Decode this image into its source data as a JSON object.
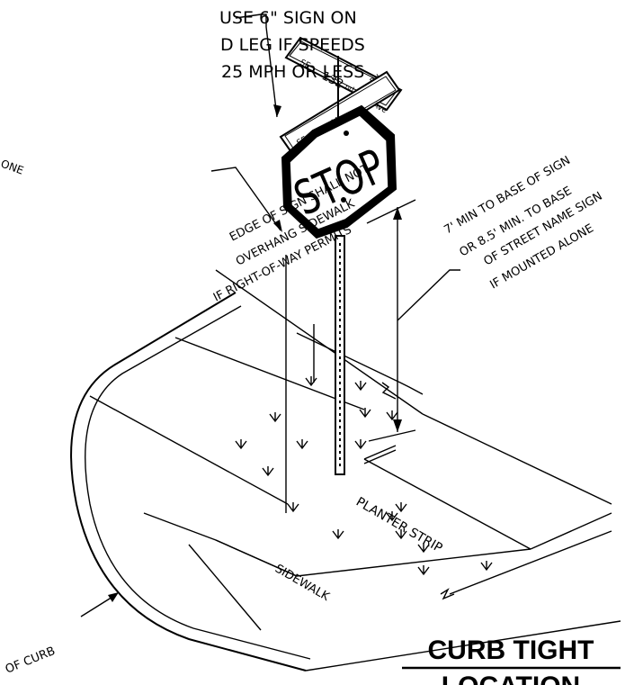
{
  "note_top": [
    "USE 6\" SIGN ON",
    "D LEG IF SPEEDS",
    "25 MPH OR LESS"
  ],
  "note_cut_left": "ONE",
  "note_edge": [
    "EDGE OF SIGN SHALL NOT",
    "OVERHANG SIDEWALK",
    "IF RIGHT-OF-WAY PERMITS"
  ],
  "note_height": [
    "7' MIN TO BASE OF SIGN",
    "OR 8.5' MIN. TO BASE",
    "OF STREET NAME SIGN",
    "IF MOUNTED ALONE"
  ],
  "note_curb": "OF CURB",
  "street_sign_a": {
    "prefix": "SE",
    "number": "132",
    "suffix": "nd",
    "type": "Rd"
  },
  "street_sign_b": {
    "prefix": "SE",
    "name": "King",
    "type": "Ave"
  },
  "stop_sign_text": "STOP",
  "planter_label": "PLANTER STRIP",
  "sidewalk_label": "SIDEWALK",
  "title": [
    "CURB TIGHT",
    "LOCATION"
  ]
}
